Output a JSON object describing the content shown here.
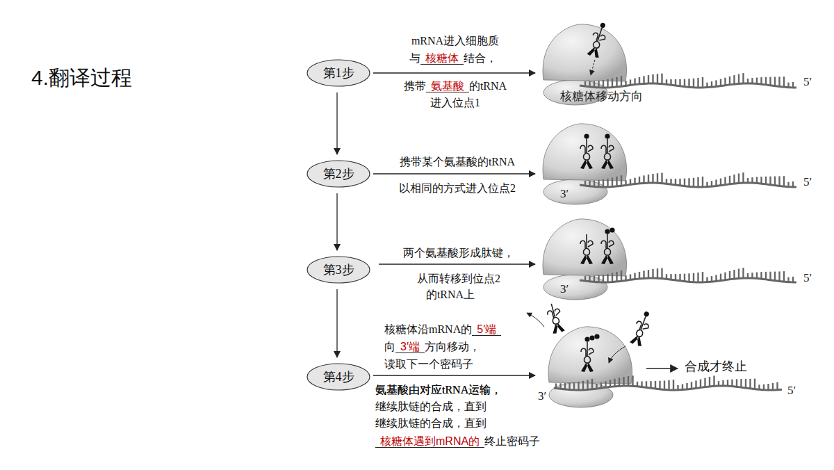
{
  "diagram": {
    "title": "4.翻译过程",
    "nodes": [
      {
        "text": [
          "第1步"
        ]
      },
      {
        "text": [
          "第2步"
        ]
      },
      {
        "text": [
          "第3步"
        ]
      },
      {
        "text": [
          "第4步"
        ]
      }
    ],
    "edges": [
      {
        "from": 0,
        "to": 1,
        "arrow": "to"
      },
      {
        "from": 1,
        "to": 2,
        "arrow": "to"
      },
      {
        "from": 2,
        "to": 3,
        "arrow": "to"
      }
    ],
    "labels": [
      "mRNA进入细胞质",
      "与",
      "核糖体",
      "结合，",
      "携带",
      "氨基酸",
      "的tRNA",
      "进入位点1",
      "携带某个氨基酸的tRNA",
      "以相同的方式进入位点2",
      "两个氨基酸形成肽键，",
      "从而转移到位点2",
      "的tRNA上",
      "核糖体沿mRNA的",
      "5′端",
      "向",
      "3′端",
      "方向移动，",
      "读取下一个密码子",
      "氨基酸由对应tRNA运输，",
      "继续肽链的合成，直到",
      "核糖体遇到mRNA的",
      "终止密码子",
      "合成才终止",
      "核糖体移动方向",
      "5′",
      "3′",
      "5′",
      "3′",
      "5′",
      "3′",
      "5′",
      "3′"
    ]
  }
}
